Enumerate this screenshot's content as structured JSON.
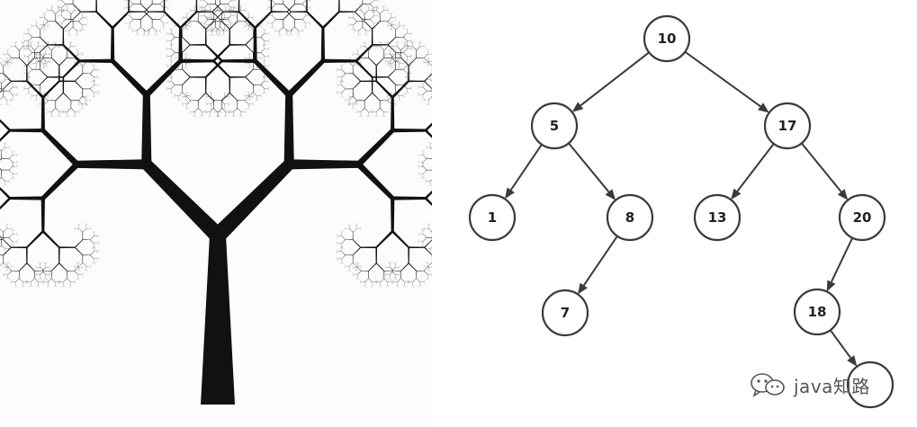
{
  "fractal_tree": {
    "trunk_color": "#111111",
    "leaf_color": "#111111"
  },
  "bst": {
    "line_color": "#3a3a3a",
    "nodes": [
      {
        "id": "n10",
        "label": "10"
      },
      {
        "id": "n5",
        "label": "5"
      },
      {
        "id": "n17",
        "label": "17"
      },
      {
        "id": "n1",
        "label": "1"
      },
      {
        "id": "n8",
        "label": "8"
      },
      {
        "id": "n13",
        "label": "13"
      },
      {
        "id": "n20",
        "label": "20"
      },
      {
        "id": "n7",
        "label": "7"
      },
      {
        "id": "n18",
        "label": "18"
      },
      {
        "id": "n19",
        "label": ""
      }
    ],
    "edges": [
      [
        "n10",
        "n5"
      ],
      [
        "n10",
        "n17"
      ],
      [
        "n5",
        "n1"
      ],
      [
        "n5",
        "n8"
      ],
      [
        "n17",
        "n13"
      ],
      [
        "n17",
        "n20"
      ],
      [
        "n8",
        "n7"
      ],
      [
        "n20",
        "n18"
      ],
      [
        "n18",
        "n19"
      ]
    ]
  },
  "watermark": {
    "icon": "wechat-icon",
    "text": "java知路"
  }
}
